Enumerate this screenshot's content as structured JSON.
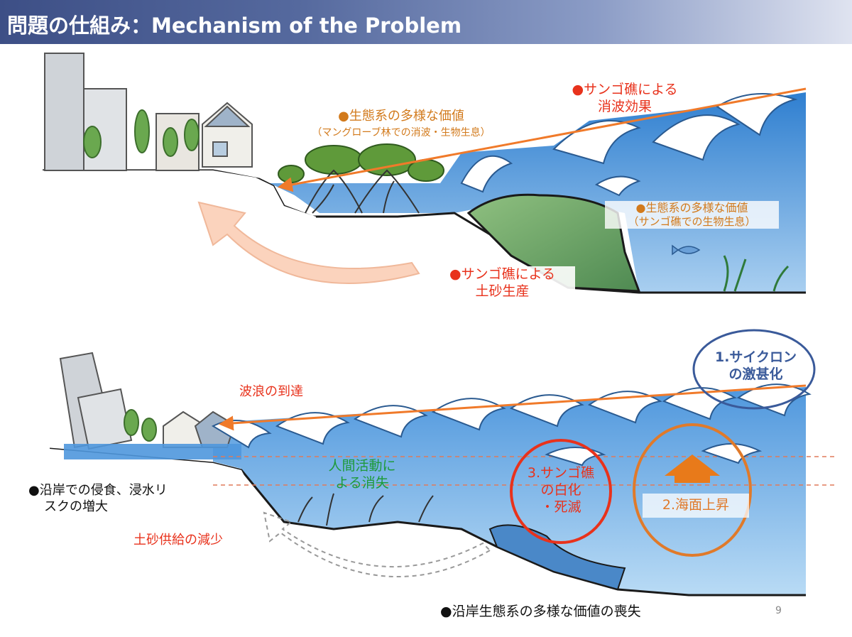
{
  "title": "問題の仕組み：Mechanism of the Problem",
  "top": {
    "eco_value_mangrove": {
      "line1": "●生態系の多様な価値",
      "line2": "（マングローブ林での消波・生物生息）"
    },
    "coral_wave_effect": {
      "line1": "●サンゴ礁による",
      "line2": "消波効果"
    },
    "eco_value_coral": {
      "line1": "●生態系の多様な価値",
      "line2": "（サンゴ礁での生物生息）"
    },
    "coral_sediment": {
      "line1": "●サンゴ礁による",
      "line2": "土砂生産"
    }
  },
  "bottom": {
    "wave_arrival": "波浪の到達",
    "cyclone": {
      "line1": "1.サイクロン",
      "line2": "の激甚化"
    },
    "human_loss": {
      "line1": "人間活動に",
      "line2": "よる消失"
    },
    "coral_bleach": {
      "line1": "3.サンゴ礁",
      "line2": "の白化",
      "line3": "・死滅"
    },
    "sea_level": "2.海面上昇",
    "coastal_erosion": {
      "line1": "●沿岸での侵食、浸水リ",
      "line2": "スクの増大"
    },
    "sediment_decrease": "土砂供給の減少",
    "eco_loss": "●沿岸生態系の多様な価値の喪失"
  },
  "page_number": "9",
  "colors": {
    "accent_orange": "#d27a1c",
    "accent_red": "#e8321c",
    "accent_green": "#1e9a3a",
    "accent_blue": "#3a5a9a",
    "sea": "#4a8fd6",
    "land_outline": "#1a1a1a"
  }
}
